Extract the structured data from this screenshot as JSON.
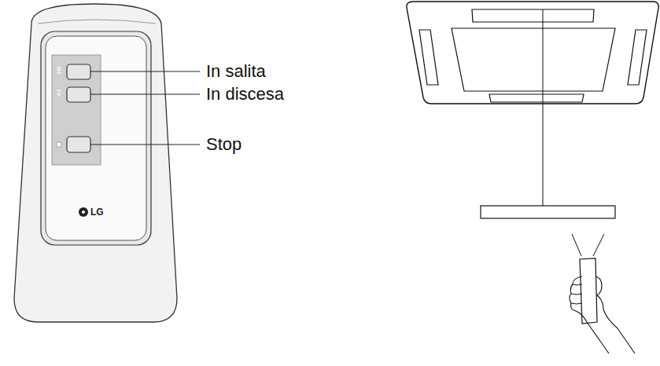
{
  "diagram": {
    "labels": [
      "In salita",
      "In discesa",
      "Stop",
      "LG"
    ]
  }
}
